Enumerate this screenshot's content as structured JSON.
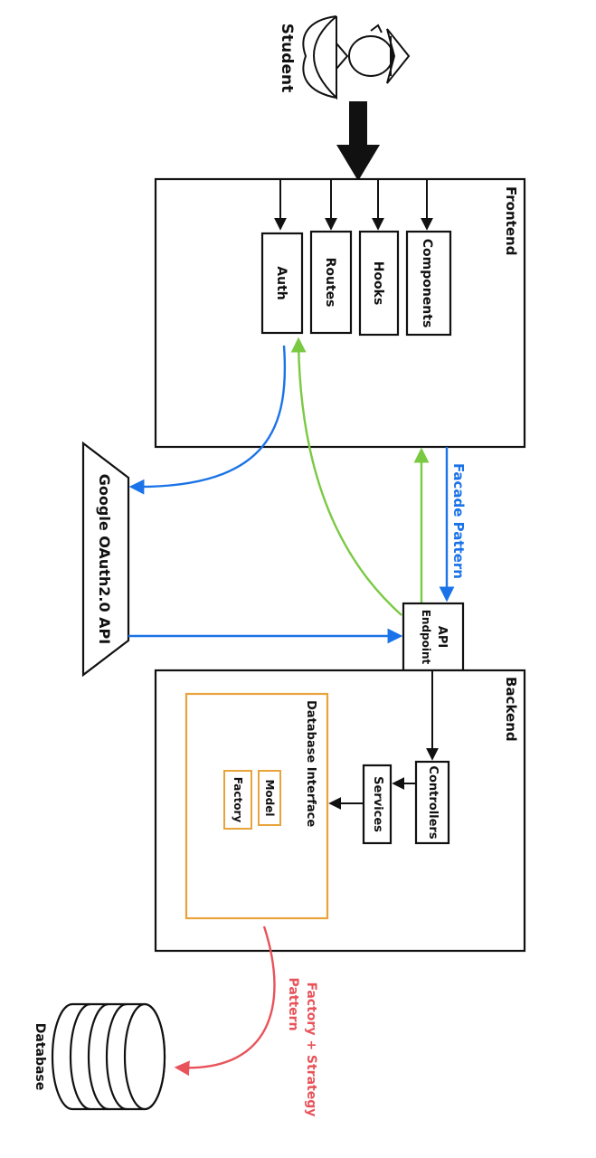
{
  "actors": {
    "student": "Student",
    "database": "Database",
    "oauth": "Google OAuth2.0 API",
    "api": [
      "API",
      "Endpoint"
    ]
  },
  "frontend": {
    "title": "Frontend",
    "modules": [
      "Auth",
      "Routes",
      "Hooks",
      "Components"
    ]
  },
  "backend": {
    "title": "Backend",
    "controllers": "Controllers",
    "services": "Services",
    "db_interface": "Database Interface",
    "model": "Model",
    "factory": "Factory"
  },
  "patterns": {
    "facade": "Facade Pattern",
    "factory_strategy": [
      "Factory + Strategy",
      "Pattern"
    ]
  },
  "colors": {
    "blue": "#1a73e8",
    "green": "#7ac943",
    "red": "#e8535a",
    "orange": "#e8a33a",
    "ink": "#111111"
  }
}
